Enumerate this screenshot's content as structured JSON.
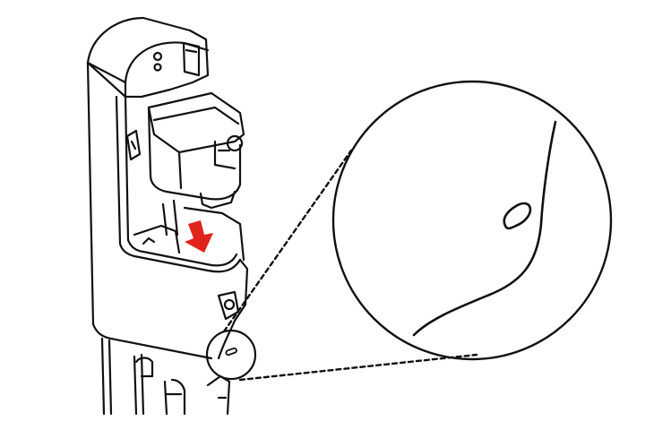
{
  "diagram": {
    "colors": {
      "background": "#ffffff",
      "line": "#111111",
      "arrow": "#e0241b"
    },
    "components": [
      {
        "id": "dock-station",
        "label": ""
      },
      {
        "id": "dust-container",
        "label": ""
      },
      {
        "id": "insert-arrow",
        "label": "",
        "direction": "down"
      },
      {
        "id": "detail-circle-small",
        "label": ""
      },
      {
        "id": "detail-circle-large",
        "label": ""
      },
      {
        "id": "slot-detail",
        "label": ""
      }
    ],
    "icons": [
      "down-arrow-icon",
      "slot-icon"
    ]
  }
}
